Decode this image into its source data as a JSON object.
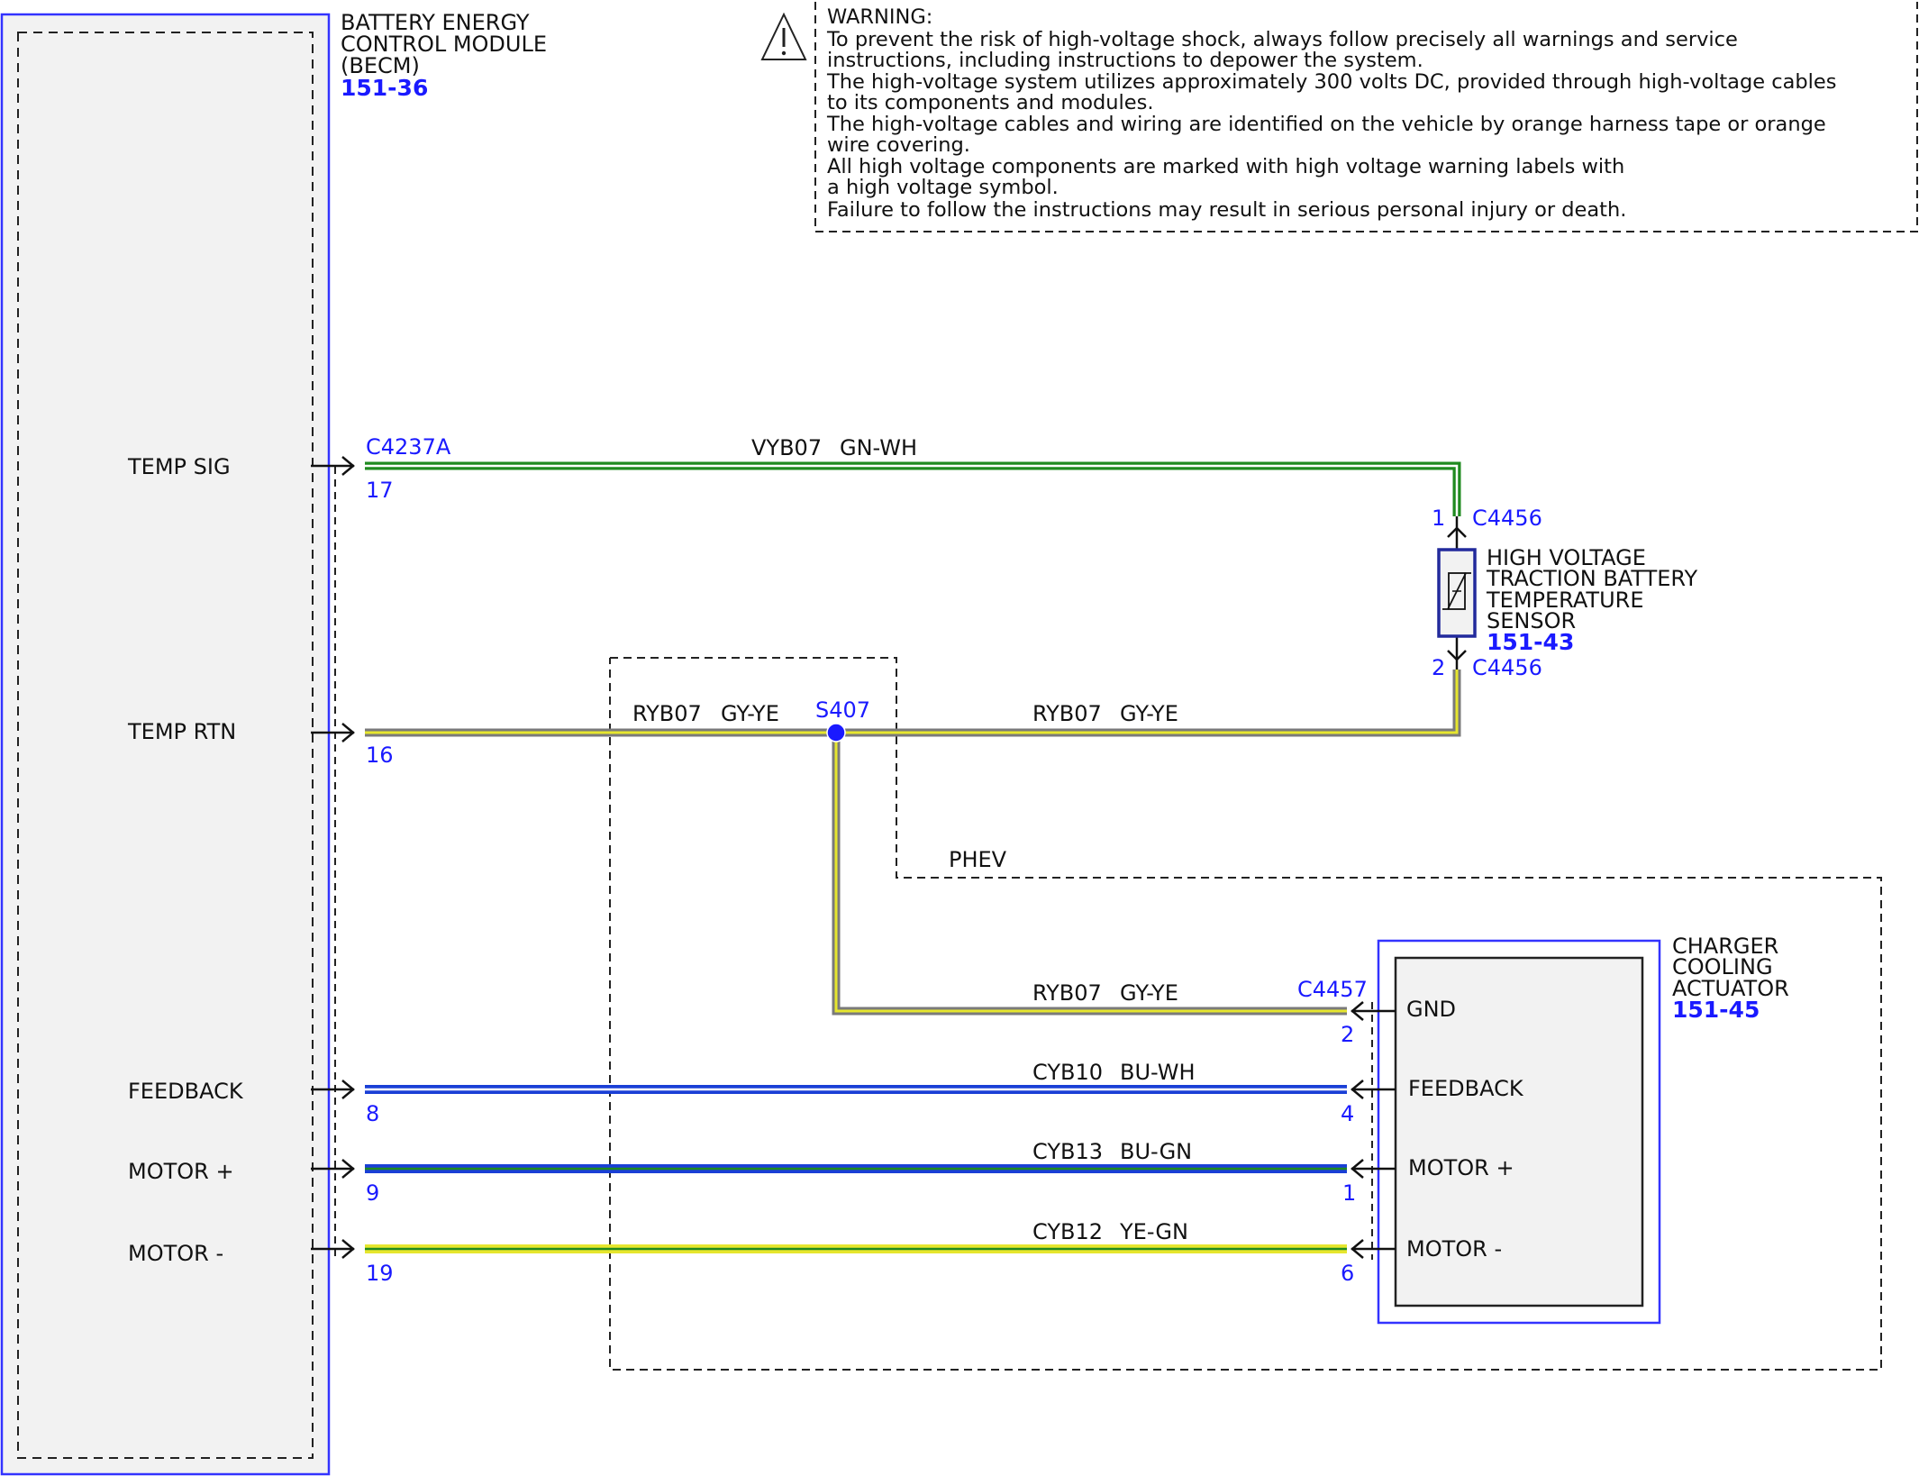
{
  "module": {
    "name_lines": [
      "BATTERY ENERGY",
      "CONTROL MODULE",
      "(BECM)"
    ],
    "ref": "151-36",
    "pins": {
      "temp_sig": "TEMP SIG",
      "temp_rtn": "TEMP RTN",
      "feedback": "FEEDBACK",
      "motor_plus": "MOTOR +",
      "motor_minus": "MOTOR -"
    },
    "connector": "C4237A"
  },
  "warning": {
    "lines": [
      "WARNING:",
      "To prevent the risk of high-voltage shock, always follow precisely all warnings and service",
      "instructions, including instructions to depower the system.",
      "The high-voltage system utilizes approximately 300 volts DC, provided through high-voltage cables",
      "to its components and modules.",
      "The high-voltage cables and wiring are identified on the vehicle by orange harness tape or orange",
      "wire covering.",
      "All high voltage components are marked with high voltage warning labels with",
      "a high voltage symbol.",
      "Failure to follow the instructions may result in serious personal injury or death."
    ]
  },
  "sensor": {
    "name_lines": [
      "HIGH VOLTAGE",
      "TRACTION BATTERY",
      "TEMPERATURE",
      "SENSOR"
    ],
    "ref": "151-43",
    "connector": "C4456",
    "pin_top": "1",
    "pin_bottom": "2"
  },
  "actuator": {
    "name_lines": [
      "CHARGER",
      "COOLING",
      "ACTUATOR"
    ],
    "ref": "151-45",
    "connector": "C4457",
    "pins": {
      "gnd": "GND",
      "feedback": "FEEDBACK",
      "motor_plus": "MOTOR +",
      "motor_minus": "MOTOR -"
    }
  },
  "splice": "S407",
  "phev_label": "PHEV",
  "wires": {
    "temp_sig": {
      "circuit": "VYB07",
      "color": "GN-WH",
      "becm_pin": "17"
    },
    "temp_rtn_left": {
      "circuit": "RYB07",
      "color": "GY-YE",
      "becm_pin": "16"
    },
    "temp_rtn_right": {
      "circuit": "RYB07",
      "color": "GY-YE"
    },
    "gnd": {
      "circuit": "RYB07",
      "color": "GY-YE",
      "act_pin": "2"
    },
    "feedback": {
      "circuit": "CYB10",
      "color": "BU-WH",
      "becm_pin": "8",
      "act_pin": "4"
    },
    "motor_plus": {
      "circuit": "CYB13",
      "color": "BU-GN",
      "becm_pin": "9",
      "act_pin": "1"
    },
    "motor_minus": {
      "circuit": "CYB12",
      "color": "YE-GN",
      "becm_pin": "19",
      "act_pin": "6"
    }
  },
  "colors": {
    "connector_blue": "#1a1aff",
    "wire_green": "#1f8a1f",
    "wire_gray": "#7a7a7a",
    "wire_yellow": "#e6e62e",
    "wire_blue": "#1a3fd6"
  }
}
